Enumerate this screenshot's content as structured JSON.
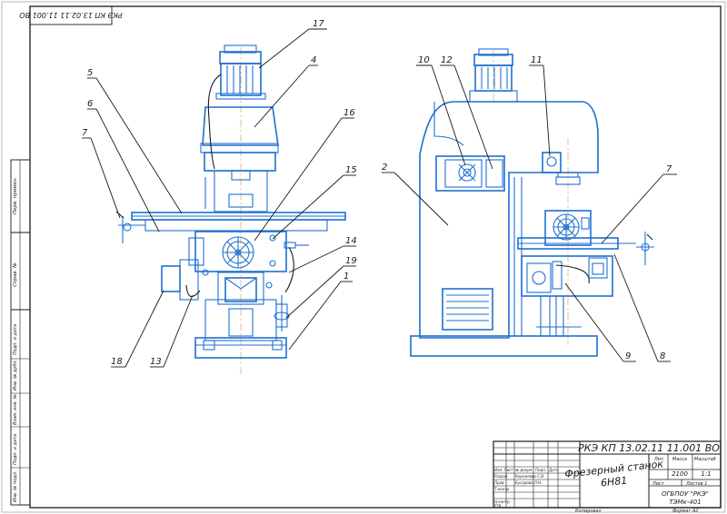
{
  "drawing": {
    "corner_code": "РКЭ КП 13.02.11 11.001 ВО",
    "left_stamp": [
      "Перв. примен.",
      "Справ. №",
      "Подп. и дата",
      "Инв. № дубл.",
      "Взам. инв. №",
      "Подп. и дата",
      "Инв. № подл."
    ],
    "callouts_front": [
      "17",
      "4",
      "5",
      "6",
      "7",
      "16",
      "15",
      "14",
      "19",
      "1",
      "18",
      "13"
    ],
    "callouts_side": [
      "10",
      "12",
      "11",
      "2",
      "7",
      "9",
      "8"
    ]
  },
  "title_block": {
    "code": "РКЭ КП 13.02.11 11.001 ВО",
    "name_line1": "Фрезерный станок",
    "name_line2": "6Н81",
    "col_lit": "Лит.",
    "col_mass": "Масса",
    "col_scale": "Масштаб",
    "mass": "2100",
    "scale": "1:1",
    "sheet_label": "Лист",
    "sheets_label": "Листов 1",
    "org_line1": "ОГБПОУ \"РКЭ\"",
    "org_line2": "ТЭМк-401",
    "row_labels": [
      "Изм. Лист",
      "Разраб.",
      "Пров.",
      "Т.контр.",
      "",
      "Н.контр.",
      "Утв."
    ],
    "col_labels": [
      "№ докум.",
      "Подп.",
      "Дата"
    ],
    "names": [
      "Корнилова С.В.",
      "Бусарова Л.Н."
    ],
    "copy_label": "Копировал",
    "format_label": "Формат А2"
  }
}
